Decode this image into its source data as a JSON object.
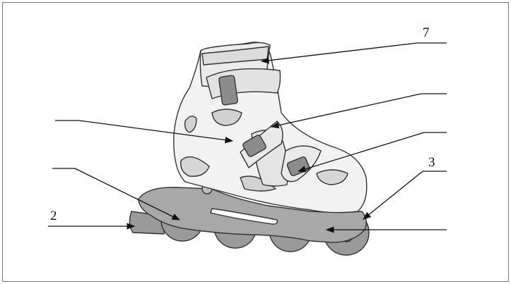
{
  "diagram": {
    "subject": "inline-skate",
    "labels": {
      "seven": "7",
      "three": "3",
      "two": "2"
    },
    "colors": {
      "outline": "#333333",
      "boot": "#f2f2f2",
      "shell": "#e6e6e6",
      "shade": "#c8c8c8",
      "strap": "#8c8c8c",
      "wheel": "#9a9a9a",
      "frame": "#a8a8a8",
      "leader": "#111111"
    }
  }
}
